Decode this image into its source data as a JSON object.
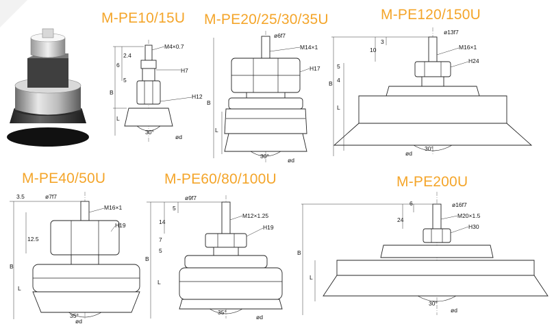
{
  "titles": {
    "pe10": "M-PE10/15U",
    "pe20": "M-PE20/25/30/35U",
    "pe120": "M-PE120/150U",
    "pe40": "M-PE40/50U",
    "pe60": "M-PE60/80/100U",
    "pe200": "M-PE200U"
  },
  "colors": {
    "title": "#f4a52a",
    "line": "#222222"
  },
  "pe10": {
    "thread": "M4×0.7",
    "nut": "H7",
    "hex": "H12",
    "dim_top": "6",
    "dim_a": "2.4",
    "dim_b": "5",
    "B": "B",
    "L": "L",
    "angle": "30°",
    "od": "ød"
  },
  "pe20": {
    "shaft": "ø6f7",
    "thread": "M14×1",
    "hex": "H17",
    "B": "B",
    "L": "L",
    "angle": "30°",
    "od": "ød"
  },
  "pe120": {
    "shaft": "ø13f7",
    "thread": "M16×1",
    "hex": "H24",
    "dim_top": "10",
    "dim_a": "3",
    "dim_b": "5",
    "dim_c": "4",
    "B": "B",
    "L": "L",
    "angle": "30°",
    "od": "ød"
  },
  "pe40": {
    "shaft": "ø7f7",
    "thread": "M16×1",
    "hex": "H19",
    "dim_top": "3.5",
    "dim_b": "12.5",
    "B": "B",
    "L": "L",
    "angle": "35°",
    "od": "ød"
  },
  "pe60": {
    "shaft": "ø9f7",
    "thread": "M12×1.25",
    "hex": "H19",
    "dim_top": "14",
    "dim_a": "5",
    "dim_b": "7",
    "dim_c": "5",
    "B": "B",
    "L": "L",
    "angle": "35°",
    "od": "ød"
  },
  "pe200": {
    "shaft": "ø16f7",
    "thread": "M20×1.5",
    "hex": "H30",
    "dim_top": "6",
    "dim_a": "24",
    "B": "B",
    "L": "L",
    "angle": "30°",
    "od": "ød"
  }
}
